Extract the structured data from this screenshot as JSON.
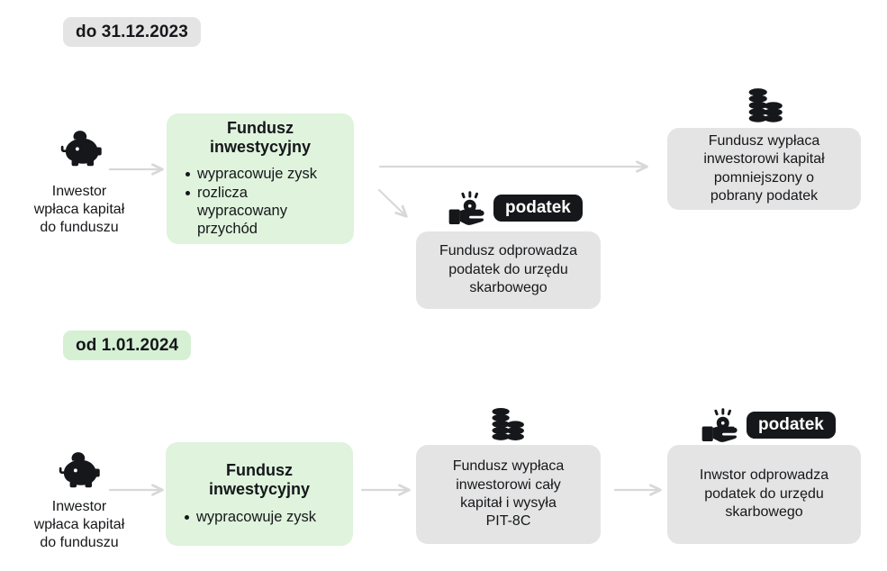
{
  "periods": [
    {
      "id": "period-until-2023",
      "label": "do 31.12.2023",
      "style": "gray"
    },
    {
      "id": "period-from-2024",
      "label": "od 1.01.2024",
      "style": "green"
    }
  ],
  "labels": {
    "podatek": "podatek"
  },
  "row_top": {
    "investor": {
      "icon": "piggy-bank-icon",
      "lines": [
        "Inwestor",
        "wpłaca kapitał",
        "do funduszu"
      ]
    },
    "fund": {
      "title_lines": [
        "Fundusz",
        "inwestycyjny"
      ],
      "bullets": [
        "wypracowuje zysk",
        "rozlicza wypracowany przychód"
      ]
    },
    "tax_office": {
      "icon": "hand-coin-icon",
      "badge": "podatek",
      "lines": [
        "Fundusz odprowadza",
        "podatek do urzędu",
        "skarbowego"
      ]
    },
    "payout": {
      "icon": "coin-stacks-icon",
      "lines": [
        "Fundusz wypłaca",
        "inwestorowi kapitał",
        "pomniejszony o",
        "pobrany podatek"
      ]
    }
  },
  "row_bottom": {
    "investor": {
      "icon": "piggy-bank-icon",
      "lines": [
        "Inwestor",
        "wpłaca kapitał",
        "do funduszu"
      ]
    },
    "fund": {
      "title_lines": [
        "Fundusz",
        "inwestycyjny"
      ],
      "bullets": [
        "wypracowuje zysk"
      ]
    },
    "payout": {
      "icon": "coin-stacks-icon",
      "lines": [
        "Fundusz wypłaca",
        "inwestorowi cały",
        "kapitał i wysyła",
        "PIT-8C"
      ]
    },
    "tax_office": {
      "icon": "hand-coin-icon",
      "badge": "podatek",
      "lines": [
        "Inwstor odprowadza",
        "podatek do urzędu",
        "skarbowego"
      ]
    }
  },
  "colors": {
    "green_box": "#dff3dd",
    "green_badge": "#d6f0d4",
    "gray_box": "#e4e4e4",
    "ink": "#15171a",
    "arrow": "#d8d8d8",
    "background": "#ffffff"
  }
}
